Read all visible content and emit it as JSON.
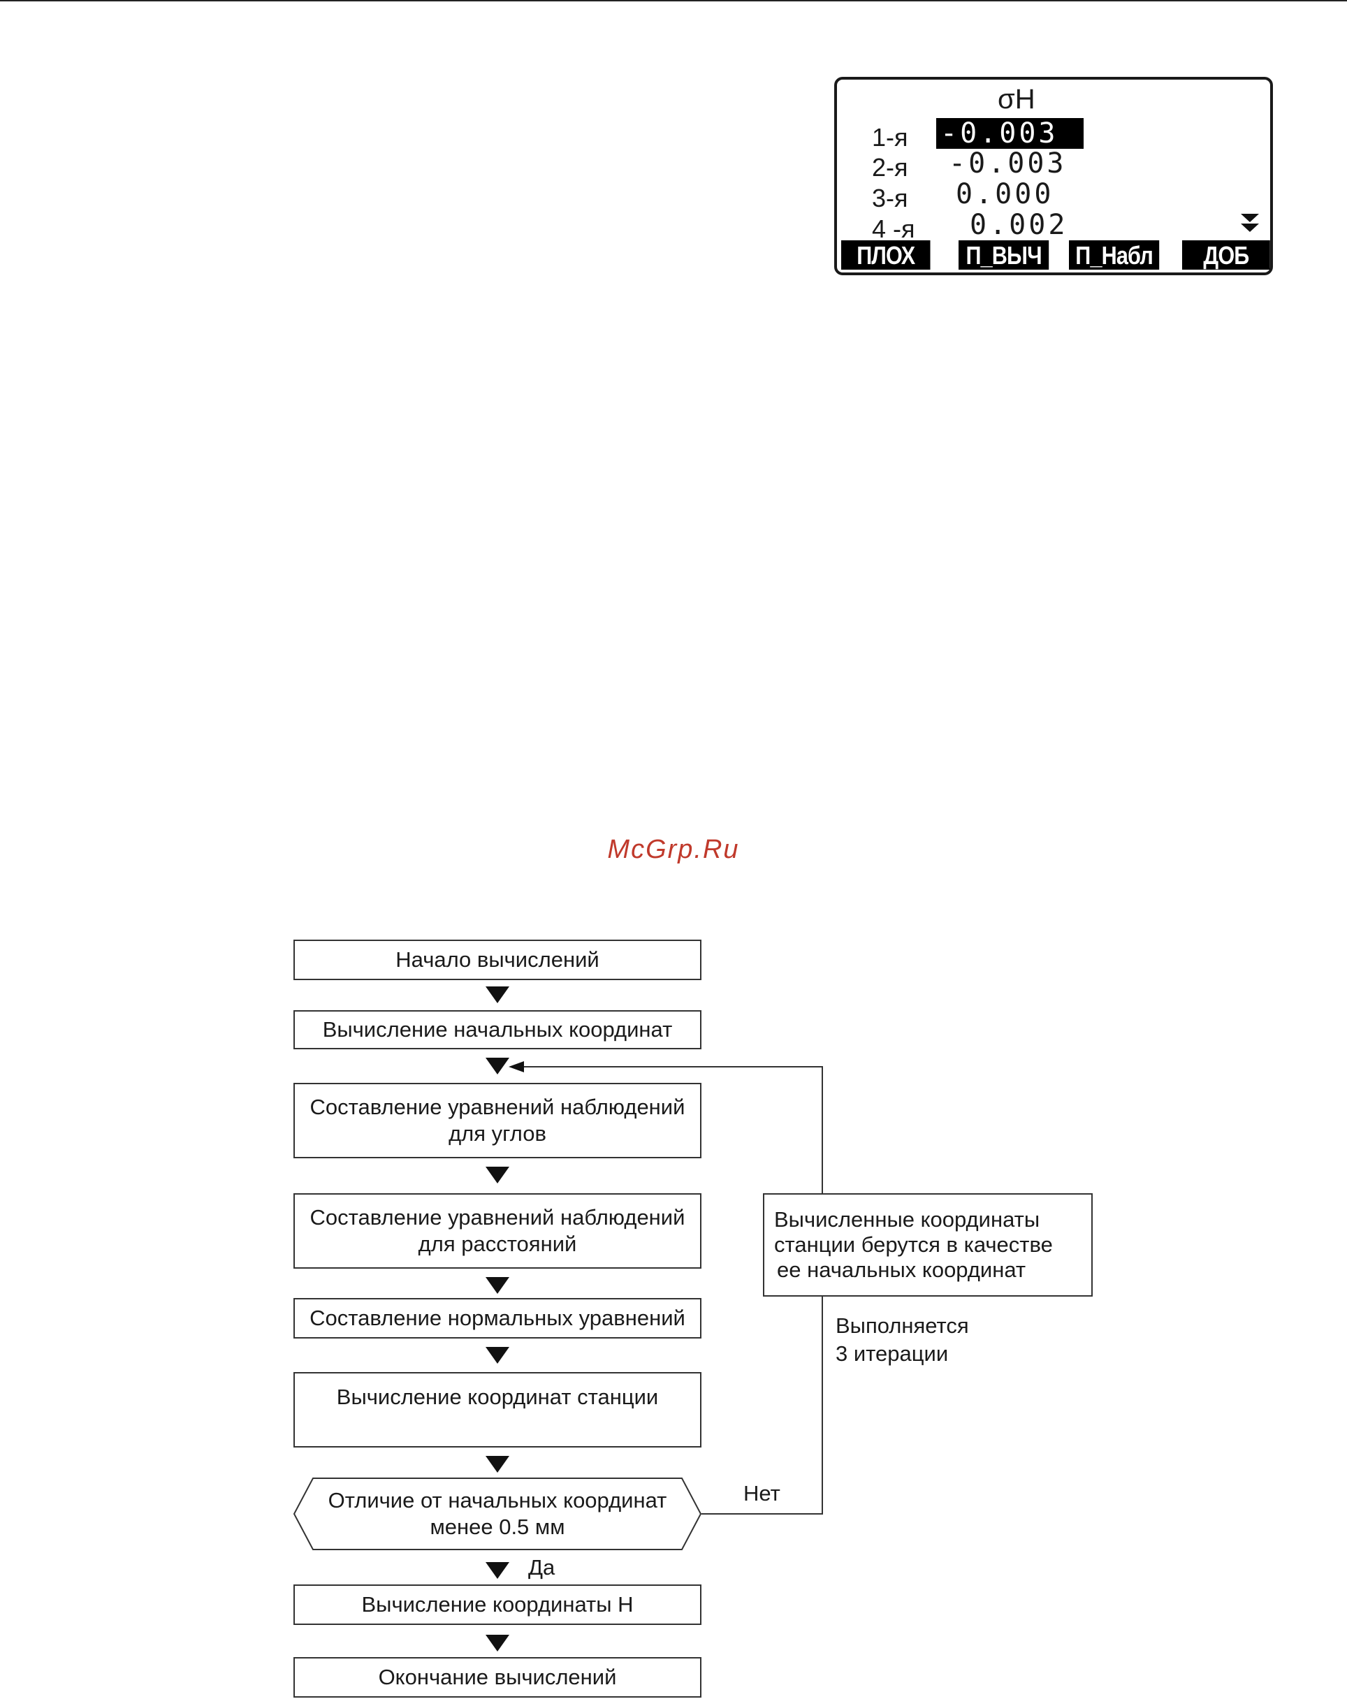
{
  "lcd": {
    "title": "σH",
    "rows": [
      {
        "label": "1-я",
        "value": "-0.003"
      },
      {
        "label": "2-я",
        "value": "-0.003"
      },
      {
        "label": "3-я",
        "value": "0.000"
      },
      {
        "label": "4 -я",
        "value": "0.002"
      }
    ],
    "softkeys": [
      "ПЛОХ",
      "П_ВЫЧ",
      "П_Набл",
      "ДОБ"
    ],
    "scroll_icon": "double-chevron-down-icon"
  },
  "watermark": "McGrp.Ru",
  "flowchart": {
    "steps": [
      {
        "lines": [
          "Начало вычислений"
        ]
      },
      {
        "lines": [
          "Вычисление начальных координат"
        ]
      },
      {
        "lines": [
          "Составление уравнений наблюдений",
          "для углов"
        ]
      },
      {
        "lines": [
          "Составление уравнений наблюдений",
          "для расстояний"
        ]
      },
      {
        "lines": [
          "Составление нормальных уравнений"
        ]
      },
      {
        "lines": [
          "Вычисление координат станции"
        ]
      },
      {
        "lines": [
          "Отличие от начальных координат",
          "менее 0.5 мм"
        ]
      },
      {
        "lines": [
          "Вычисление координаты H"
        ]
      },
      {
        "lines": [
          "Окончание вычислений"
        ]
      }
    ],
    "note": [
      "Вычисленные координаты",
      "станции берутся в качестве",
      "ее начальных координат"
    ],
    "iterations": [
      "Выполняется",
      "3 итерации"
    ],
    "no_label": "Нет",
    "yes_label": "Да"
  }
}
